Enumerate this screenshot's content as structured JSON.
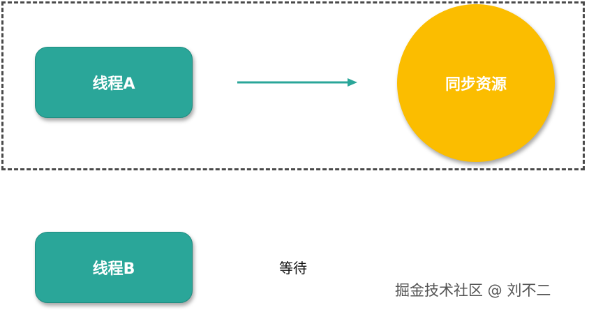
{
  "diagram": {
    "thread_a": {
      "label": "线程A",
      "color": "#2aa699"
    },
    "thread_b": {
      "label": "线程B",
      "color": "#2aa699"
    },
    "resource": {
      "label": "同步资源",
      "color": "#fbbd00"
    },
    "wait_label": "等待",
    "arrow_color": "#2aa699",
    "region_border": "dashed"
  },
  "watermark": "掘金技术社区 @ 刘不二"
}
